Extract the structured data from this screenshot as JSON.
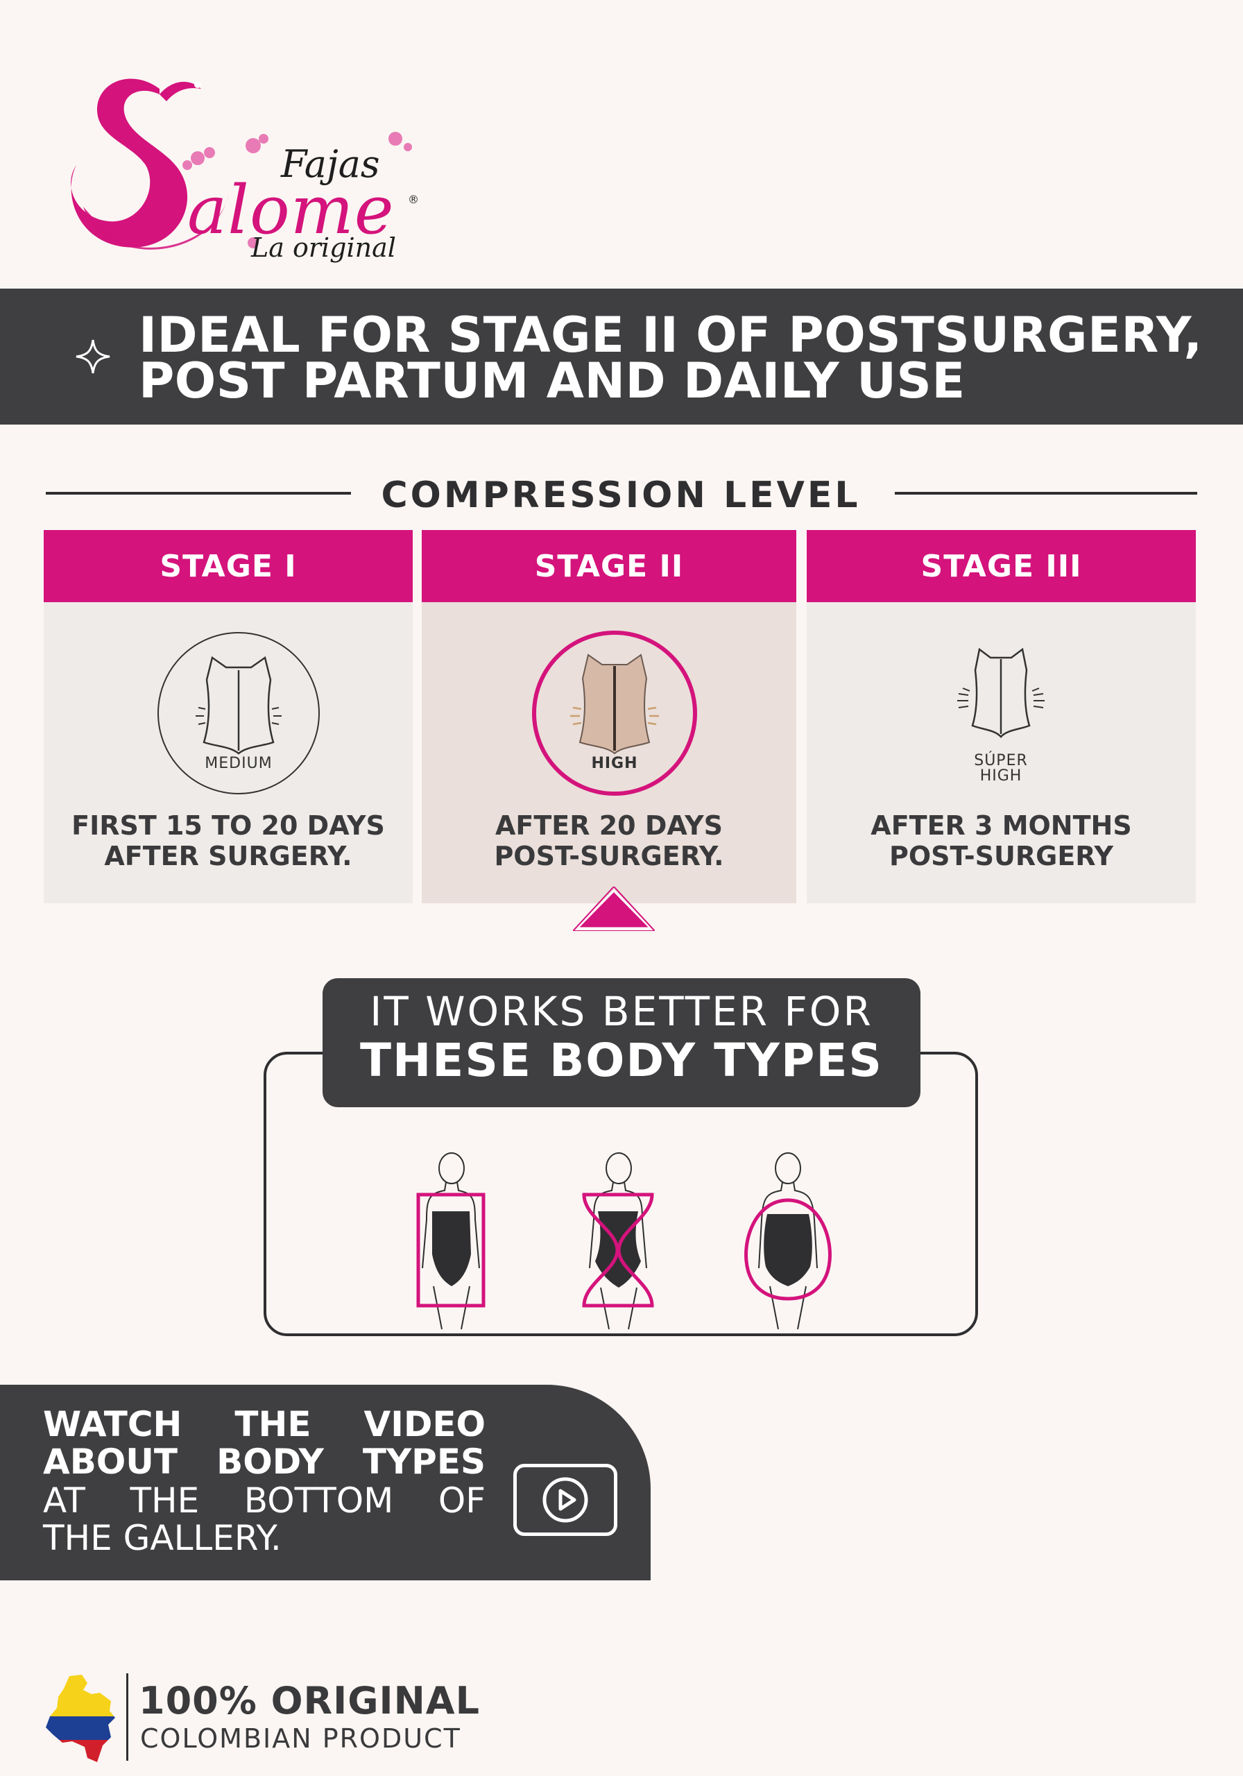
{
  "brand": {
    "fajas": "Fajas",
    "salome": "alome",
    "registered": "®",
    "tagline": "La original",
    "pink": "#d4137c"
  },
  "headline": {
    "icon": "sparkle-icon",
    "line1": "IDEAL FOR STAGE II OF POSTSURGERY,",
    "line2": "POST PARTUM AND DAILY USE"
  },
  "compression": {
    "title": "COMPRESSION LEVEL",
    "stages": [
      {
        "label": "STAGE I",
        "level": "MEDIUM",
        "text1": "FIRST 15 TO 20 DAYS",
        "text2": "AFTER SURGERY."
      },
      {
        "label": "STAGE II",
        "level": "HIGH",
        "text1": "AFTER 20 DAYS",
        "text2": "POST-SURGERY."
      },
      {
        "label": "STAGE III",
        "level1": "SÚPER",
        "level2": "HIGH",
        "text1": "AFTER 3 MONTHS",
        "text2": "POST-SURGERY"
      }
    ],
    "selected_stage": "STAGE II"
  },
  "body_types": {
    "line1": "IT WORKS BETTER FOR",
    "line2": "THESE BODY TYPES",
    "figures": [
      "rectangle-body-icon",
      "hourglass-body-icon",
      "round-body-icon"
    ]
  },
  "watch": {
    "line1": "WATCH THE VIDEO",
    "line2": "ABOUT BODY TYPES",
    "line3": "AT THE BOTTOM OF",
    "line4": "THE GALLERY.",
    "icon": "play-icon"
  },
  "footer": {
    "line1": "100% ORIGINAL",
    "line2": "COLOMBIAN PRODUCT",
    "icon": "colombia-map-icon"
  }
}
